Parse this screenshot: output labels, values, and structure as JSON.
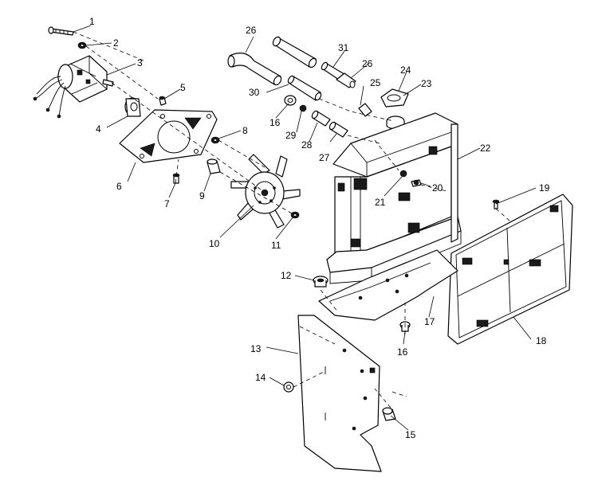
{
  "callouts": {
    "c1": "1",
    "c2": "2",
    "c3": "3",
    "c4": "4",
    "c5": "5",
    "c6": "6",
    "c7": "7",
    "c8": "8",
    "c9": "9",
    "c10": "10",
    "c11": "11",
    "c12": "12",
    "c13": "13",
    "c14": "14",
    "c15": "15",
    "c16a": "16",
    "c16b": "16",
    "c17": "17",
    "c18": "18",
    "c19": "19",
    "c20": "20",
    "c21": "21",
    "c22": "22",
    "c23": "23",
    "c24": "24",
    "c25": "25",
    "c26a": "26",
    "c26b": "26",
    "c27": "27",
    "c28": "28",
    "c29": "29",
    "c30": "30",
    "c31": "31"
  }
}
